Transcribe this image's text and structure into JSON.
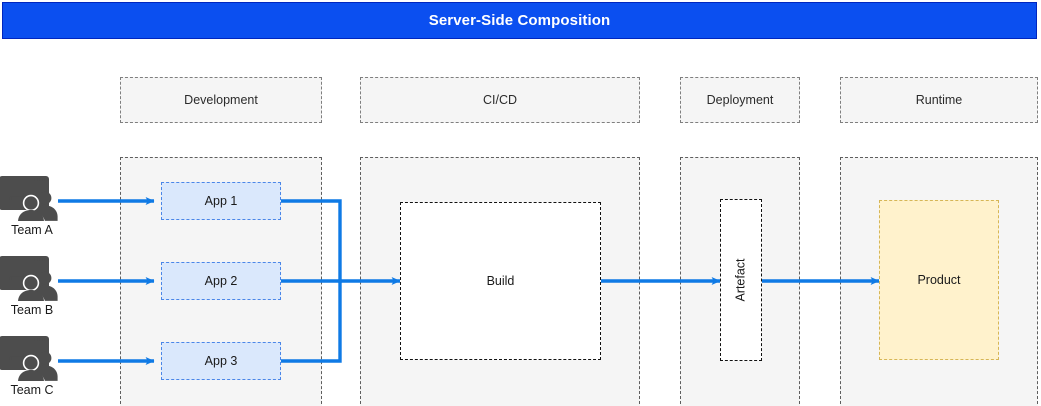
{
  "banner": {
    "title": "Server-Side Composition",
    "background_color": "#0b4ff0",
    "text_color": "#ffffff"
  },
  "lanes": [
    {
      "id": "development",
      "label": "Development"
    },
    {
      "id": "cicd",
      "label": "CI/CD"
    },
    {
      "id": "deployment",
      "label": "Deployment"
    },
    {
      "id": "runtime",
      "label": "Runtime"
    }
  ],
  "teams": [
    {
      "id": "team-a",
      "label": "Team A",
      "icon": "team-workstation-icon"
    },
    {
      "id": "team-b",
      "label": "Team B",
      "icon": "team-workstation-icon"
    },
    {
      "id": "team-c",
      "label": "Team C",
      "icon": "team-workstation-icon"
    }
  ],
  "apps": [
    {
      "id": "app-1",
      "label": "App 1"
    },
    {
      "id": "app-2",
      "label": "App 2"
    },
    {
      "id": "app-3",
      "label": "App 3"
    }
  ],
  "nodes": {
    "build": {
      "label": "Build",
      "fill": "#ffffff",
      "stroke": "#111111"
    },
    "artefact": {
      "label": "Artefact",
      "fill": "#ffffff",
      "stroke": "#111111"
    },
    "product": {
      "label": "Product",
      "fill": "#fff2cc",
      "stroke": "#d6b656"
    }
  },
  "colors": {
    "app_fill": "#dae8fc",
    "app_stroke": "#4a86e8",
    "lane_fill": "#f5f5f5",
    "lane_stroke": "#5e5e5e",
    "arrow": "#0f7ae5",
    "icon": "#4d4d4d"
  },
  "flow": [
    {
      "from": "team-a",
      "to": "app-1"
    },
    {
      "from": "team-b",
      "to": "app-2"
    },
    {
      "from": "team-c",
      "to": "app-3"
    },
    {
      "from": "app-1",
      "to": "build"
    },
    {
      "from": "app-2",
      "to": "build"
    },
    {
      "from": "app-3",
      "to": "build"
    },
    {
      "from": "build",
      "to": "artefact"
    },
    {
      "from": "artefact",
      "to": "product"
    }
  ]
}
